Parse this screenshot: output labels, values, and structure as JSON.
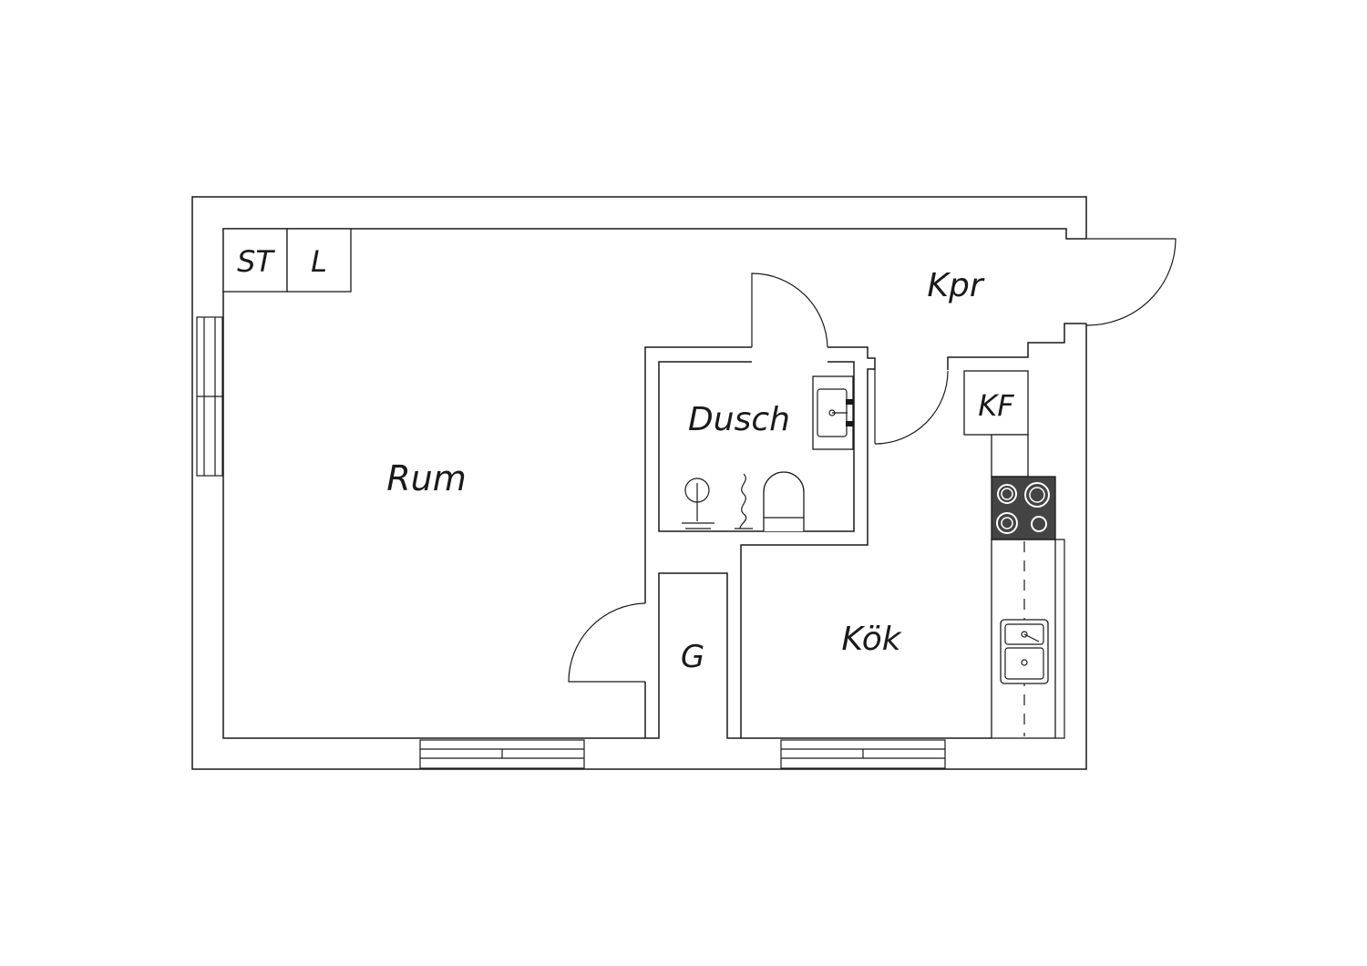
{
  "plan": {
    "rooms": {
      "rum": "Rum",
      "dusch": "Dusch",
      "kpr": "Kpr",
      "kok": "Kök",
      "g": "G",
      "kf": "KF",
      "st": "ST",
      "l": "L"
    },
    "colors": {
      "line": "#1a1a1a",
      "background": "#ffffff",
      "stove": "#444444"
    }
  }
}
